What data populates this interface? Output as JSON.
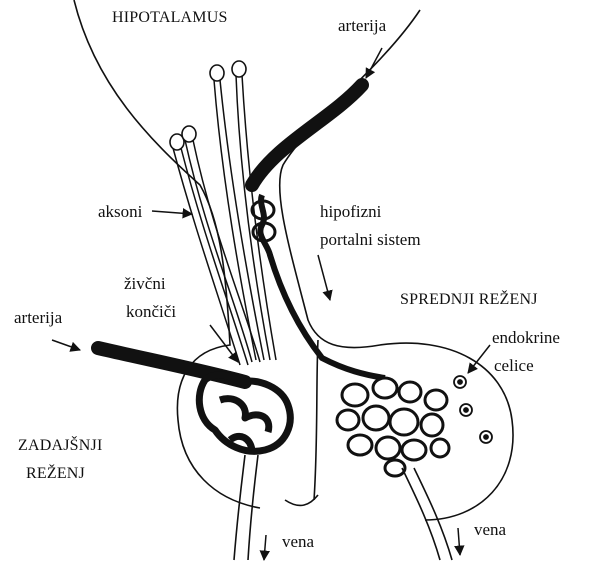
{
  "labels": {
    "hypothalamus": "HIPOTALAMUS",
    "artery_top": "arterija",
    "axons": "aksoni",
    "portal_line1": "hipofizni",
    "portal_line2": "portalni sistem",
    "nerve_endings_line1": "živčni",
    "nerve_endings_line2": "končiči",
    "artery_left": "arterija",
    "anterior_lobe": "SPREDNJI REŽENJ",
    "endocrine_line1": "endokrine",
    "endocrine_line2": "celice",
    "posterior_line1": "ZADAJŠNJI",
    "posterior_line2": "REŽENJ",
    "vein_left": "vena",
    "vein_right": "vena"
  },
  "colors": {
    "ink": "#111111",
    "background": "#ffffff"
  }
}
